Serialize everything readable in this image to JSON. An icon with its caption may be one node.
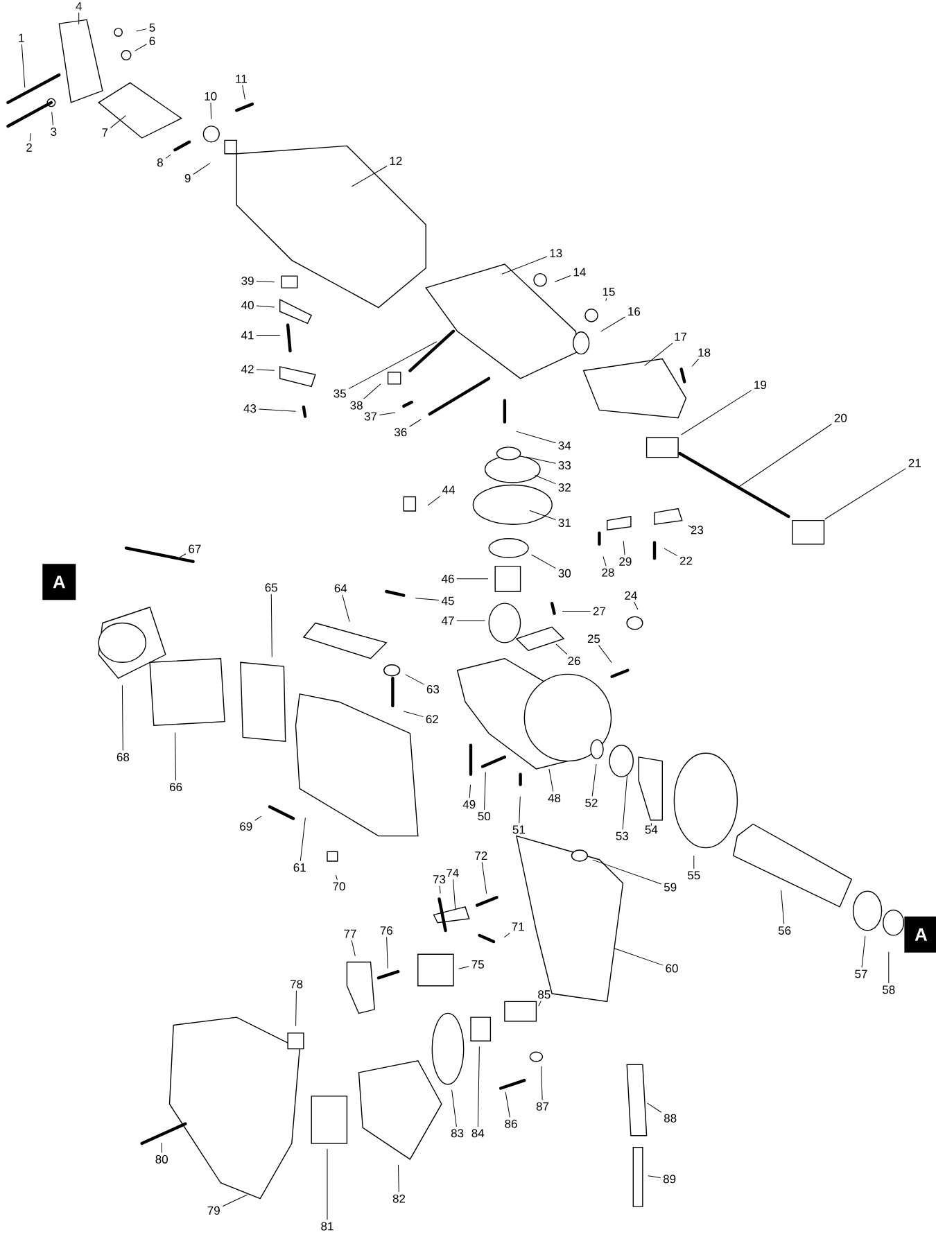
{
  "diagram": {
    "nodes": [
      {
        "text": [
          "1"
        ]
      },
      {
        "text": [
          "2"
        ]
      },
      {
        "text": [
          "3"
        ]
      },
      {
        "text": [
          "4"
        ]
      },
      {
        "text": [
          "5"
        ]
      },
      {
        "text": [
          "6"
        ]
      },
      {
        "text": [
          "7"
        ]
      },
      {
        "text": [
          "8"
        ]
      },
      {
        "text": [
          "9"
        ]
      },
      {
        "text": [
          "10"
        ]
      },
      {
        "text": [
          "11"
        ]
      },
      {
        "text": [
          "12"
        ]
      },
      {
        "text": [
          "13"
        ]
      },
      {
        "text": [
          "14"
        ]
      },
      {
        "text": [
          "15"
        ]
      },
      {
        "text": [
          "16"
        ]
      },
      {
        "text": [
          "17"
        ]
      },
      {
        "text": [
          "18"
        ]
      },
      {
        "text": [
          "19"
        ]
      },
      {
        "text": [
          "20"
        ]
      },
      {
        "text": [
          "21"
        ]
      },
      {
        "text": [
          "22"
        ]
      },
      {
        "text": [
          "23"
        ]
      },
      {
        "text": [
          "24"
        ]
      },
      {
        "text": [
          "25"
        ]
      },
      {
        "text": [
          "26"
        ]
      },
      {
        "text": [
          "27"
        ]
      },
      {
        "text": [
          "28"
        ]
      },
      {
        "text": [
          "29"
        ]
      },
      {
        "text": [
          "30"
        ]
      },
      {
        "text": [
          "31"
        ]
      },
      {
        "text": [
          "32"
        ]
      },
      {
        "text": [
          "33"
        ]
      },
      {
        "text": [
          "34"
        ]
      },
      {
        "text": [
          "35"
        ]
      },
      {
        "text": [
          "36"
        ]
      },
      {
        "text": [
          "37"
        ]
      },
      {
        "text": [
          "38"
        ]
      },
      {
        "text": [
          "39"
        ]
      },
      {
        "text": [
          "40"
        ]
      },
      {
        "text": [
          "41"
        ]
      },
      {
        "text": [
          "42"
        ]
      },
      {
        "text": [
          "43"
        ]
      },
      {
        "text": [
          "44"
        ]
      },
      {
        "text": [
          "45"
        ]
      },
      {
        "text": [
          "46"
        ]
      },
      {
        "text": [
          "47"
        ]
      },
      {
        "text": [
          "48"
        ]
      },
      {
        "text": [
          "49"
        ]
      },
      {
        "text": [
          "50"
        ]
      },
      {
        "text": [
          "51"
        ]
      },
      {
        "text": [
          "52"
        ]
      },
      {
        "text": [
          "53"
        ]
      },
      {
        "text": [
          "54"
        ]
      },
      {
        "text": [
          "55"
        ]
      },
      {
        "text": [
          "56"
        ]
      },
      {
        "text": [
          "57"
        ]
      },
      {
        "text": [
          "58"
        ]
      },
      {
        "text": [
          "59"
        ]
      },
      {
        "text": [
          "60"
        ]
      },
      {
        "text": [
          "61"
        ]
      },
      {
        "text": [
          "62"
        ]
      },
      {
        "text": [
          "63"
        ]
      },
      {
        "text": [
          "64"
        ]
      },
      {
        "text": [
          "65"
        ]
      },
      {
        "text": [
          "66"
        ]
      },
      {
        "text": [
          "67"
        ]
      },
      {
        "text": [
          "68"
        ]
      },
      {
        "text": [
          "69"
        ]
      },
      {
        "text": [
          "70"
        ]
      },
      {
        "text": [
          "71"
        ]
      },
      {
        "text": [
          "72"
        ]
      },
      {
        "text": [
          "73"
        ]
      },
      {
        "text": [
          "74"
        ]
      },
      {
        "text": [
          "75"
        ]
      },
      {
        "text": [
          "76"
        ]
      },
      {
        "text": [
          "77"
        ]
      },
      {
        "text": [
          "78"
        ]
      },
      {
        "text": [
          "79"
        ]
      },
      {
        "text": [
          "80"
        ]
      },
      {
        "text": [
          "81"
        ]
      },
      {
        "text": [
          "82"
        ]
      },
      {
        "text": [
          "83"
        ]
      },
      {
        "text": [
          "84"
        ]
      },
      {
        "text": [
          "85"
        ]
      },
      {
        "text": [
          "86"
        ]
      },
      {
        "text": [
          "87"
        ]
      },
      {
        "text": [
          "88"
        ]
      },
      {
        "text": [
          "89"
        ]
      },
      {
        "text": [
          "A"
        ]
      },
      {
        "text": [
          "A"
        ]
      }
    ],
    "edges": [
      {
        "from": 0,
        "to": null,
        "arrow": "none"
      },
      {
        "from": 1,
        "to": null,
        "arrow": "none"
      },
      {
        "from": 2,
        "to": null,
        "arrow": "none"
      },
      {
        "from": 3,
        "to": null,
        "arrow": "none"
      },
      {
        "from": 4,
        "to": null,
        "arrow": "none"
      },
      {
        "from": 5,
        "to": null,
        "arrow": "none"
      },
      {
        "from": 6,
        "to": null,
        "arrow": "none"
      },
      {
        "from": 7,
        "to": null,
        "arrow": "none"
      },
      {
        "from": 8,
        "to": null,
        "arrow": "none"
      },
      {
        "from": 9,
        "to": null,
        "arrow": "none"
      },
      {
        "from": 10,
        "to": null,
        "arrow": "none"
      },
      {
        "from": 11,
        "to": null,
        "arrow": "none"
      },
      {
        "from": 12,
        "to": null,
        "arrow": "none"
      },
      {
        "from": 13,
        "to": null,
        "arrow": "none"
      },
      {
        "from": 14,
        "to": null,
        "arrow": "none"
      },
      {
        "from": 15,
        "to": null,
        "arrow": "none"
      },
      {
        "from": 16,
        "to": null,
        "arrow": "none"
      },
      {
        "from": 17,
        "to": null,
        "arrow": "none"
      },
      {
        "from": 18,
        "to": null,
        "arrow": "none"
      },
      {
        "from": 19,
        "to": null,
        "arrow": "none"
      },
      {
        "from": 20,
        "to": null,
        "arrow": "none"
      },
      {
        "from": 21,
        "to": null,
        "arrow": "none"
      },
      {
        "from": 22,
        "to": null,
        "arrow": "none"
      },
      {
        "from": 23,
        "to": null,
        "arrow": "none"
      },
      {
        "from": 24,
        "to": null,
        "arrow": "none"
      },
      {
        "from": 25,
        "to": null,
        "arrow": "none"
      },
      {
        "from": 26,
        "to": null,
        "arrow": "none"
      },
      {
        "from": 27,
        "to": null,
        "arrow": "none"
      },
      {
        "from": 28,
        "to": null,
        "arrow": "none"
      },
      {
        "from": 29,
        "to": null,
        "arrow": "none"
      },
      {
        "from": 30,
        "to": null,
        "arrow": "none"
      },
      {
        "from": 31,
        "to": null,
        "arrow": "none"
      },
      {
        "from": 32,
        "to": null,
        "arrow": "none"
      },
      {
        "from": 33,
        "to": null,
        "arrow": "none"
      },
      {
        "from": 34,
        "to": null,
        "arrow": "none"
      },
      {
        "from": 35,
        "to": null,
        "arrow": "none"
      },
      {
        "from": 36,
        "to": null,
        "arrow": "none"
      },
      {
        "from": 37,
        "to": null,
        "arrow": "none"
      },
      {
        "from": 38,
        "to": null,
        "arrow": "none"
      },
      {
        "from": 39,
        "to": null,
        "arrow": "none"
      },
      {
        "from": 40,
        "to": null,
        "arrow": "none"
      },
      {
        "from": 41,
        "to": null,
        "arrow": "none"
      },
      {
        "from": 42,
        "to": null,
        "arrow": "none"
      },
      {
        "from": 43,
        "to": null,
        "arrow": "none"
      },
      {
        "from": 44,
        "to": null,
        "arrow": "none"
      },
      {
        "from": 45,
        "to": null,
        "arrow": "none"
      },
      {
        "from": 46,
        "to": null,
        "arrow": "none"
      },
      {
        "from": 47,
        "to": null,
        "arrow": "none"
      },
      {
        "from": 48,
        "to": null,
        "arrow": "none"
      },
      {
        "from": 49,
        "to": null,
        "arrow": "none"
      },
      {
        "from": 50,
        "to": null,
        "arrow": "none"
      },
      {
        "from": 51,
        "to": null,
        "arrow": "none"
      },
      {
        "from": 52,
        "to": null,
        "arrow": "none"
      },
      {
        "from": 53,
        "to": null,
        "arrow": "none"
      },
      {
        "from": 54,
        "to": null,
        "arrow": "none"
      },
      {
        "from": 55,
        "to": null,
        "arrow": "none"
      },
      {
        "from": 56,
        "to": null,
        "arrow": "none"
      },
      {
        "from": 57,
        "to": null,
        "arrow": "none"
      },
      {
        "from": 58,
        "to": null,
        "arrow": "none"
      },
      {
        "from": 59,
        "to": null,
        "arrow": "none"
      },
      {
        "from": 60,
        "to": null,
        "arrow": "none"
      },
      {
        "from": 61,
        "to": null,
        "arrow": "none"
      },
      {
        "from": 62,
        "to": null,
        "arrow": "none"
      },
      {
        "from": 63,
        "to": null,
        "arrow": "none"
      },
      {
        "from": 64,
        "to": null,
        "arrow": "none"
      },
      {
        "from": 65,
        "to": null,
        "arrow": "none"
      },
      {
        "from": 66,
        "to": null,
        "arrow": "none"
      },
      {
        "from": 67,
        "to": null,
        "arrow": "none"
      },
      {
        "from": 68,
        "to": null,
        "arrow": "none"
      },
      {
        "from": 69,
        "to": null,
        "arrow": "none"
      },
      {
        "from": 70,
        "to": null,
        "arrow": "none"
      },
      {
        "from": 71,
        "to": null,
        "arrow": "none"
      },
      {
        "from": 72,
        "to": null,
        "arrow": "none"
      },
      {
        "from": 73,
        "to": null,
        "arrow": "none"
      },
      {
        "from": 74,
        "to": null,
        "arrow": "none"
      },
      {
        "from": 75,
        "to": null,
        "arrow": "none"
      },
      {
        "from": 76,
        "to": null,
        "arrow": "none"
      },
      {
        "from": 77,
        "to": null,
        "arrow": "none"
      },
      {
        "from": 78,
        "to": null,
        "arrow": "none"
      },
      {
        "from": 79,
        "to": null,
        "arrow": "none"
      },
      {
        "from": 80,
        "to": null,
        "arrow": "none"
      },
      {
        "from": 81,
        "to": null,
        "arrow": "none"
      },
      {
        "from": 82,
        "to": null,
        "arrow": "none"
      },
      {
        "from": 83,
        "to": null,
        "arrow": "none"
      },
      {
        "from": 84,
        "to": null,
        "arrow": "none"
      },
      {
        "from": 85,
        "to": null,
        "arrow": "none"
      },
      {
        "from": 86,
        "to": null,
        "arrow": "none"
      },
      {
        "from": 87,
        "to": null,
        "arrow": "none"
      },
      {
        "from": 88,
        "to": null,
        "arrow": "none"
      }
    ]
  }
}
